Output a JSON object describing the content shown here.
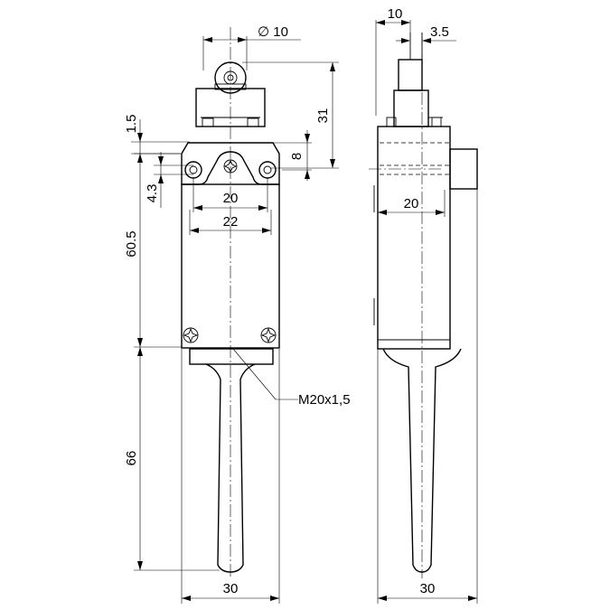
{
  "front_view": {
    "dim_diameter_symbol": "∅",
    "dim_diameter": "10",
    "dim_head_height": "31",
    "dim_flange": "1.5",
    "dim_hole_offset": "8",
    "dim_hole_dia": "4.3",
    "dim_hole_spacing": "20",
    "dim_width": "22",
    "dim_body_height": "60.5",
    "dim_lever_length": "66",
    "dim_total_width": "30",
    "thread_label": "M20x1,5"
  },
  "side_view": {
    "dim_head_width": "10",
    "dim_shaft": "3.5",
    "dim_depth": "20",
    "dim_total_width": "30"
  }
}
